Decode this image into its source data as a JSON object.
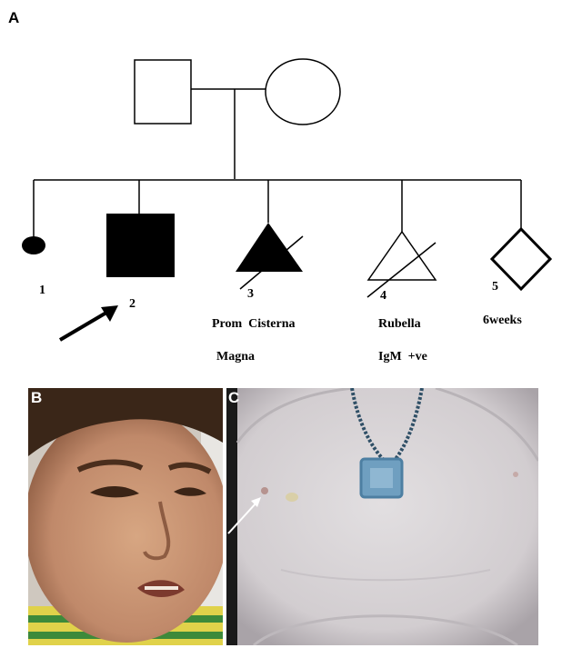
{
  "figure": {
    "panel_a_label": "A",
    "panel_b_label": "B",
    "panel_c_label": "C"
  },
  "pedigree": {
    "members": [
      {
        "number": "1",
        "symbol": "miscarriage",
        "affected": true
      },
      {
        "number": "2",
        "symbol": "male",
        "affected": true,
        "proband": true
      },
      {
        "number": "3",
        "symbol": "pregnancy-loss",
        "affected": true,
        "deceased": true,
        "note_line1": "Prom  Cisterna",
        "note_line2": "Magna"
      },
      {
        "number": "4",
        "symbol": "pregnancy-loss",
        "affected": false,
        "deceased": true,
        "note_line1": "Rubella",
        "note_line2": "IgM  +ve"
      },
      {
        "number": "5",
        "symbol": "current-pregnancy",
        "affected": false,
        "note_line1": "6weeks"
      }
    ]
  },
  "colors": {
    "line": "#000000",
    "affected_fill": "#000000",
    "skin": "#c99672",
    "skin_shadow": "#9b6a4b",
    "hair": "#3a2618",
    "chest": "#d8d5d7",
    "chest_shadow": "#b9b5ba",
    "pendant": "#6f9fc0"
  }
}
